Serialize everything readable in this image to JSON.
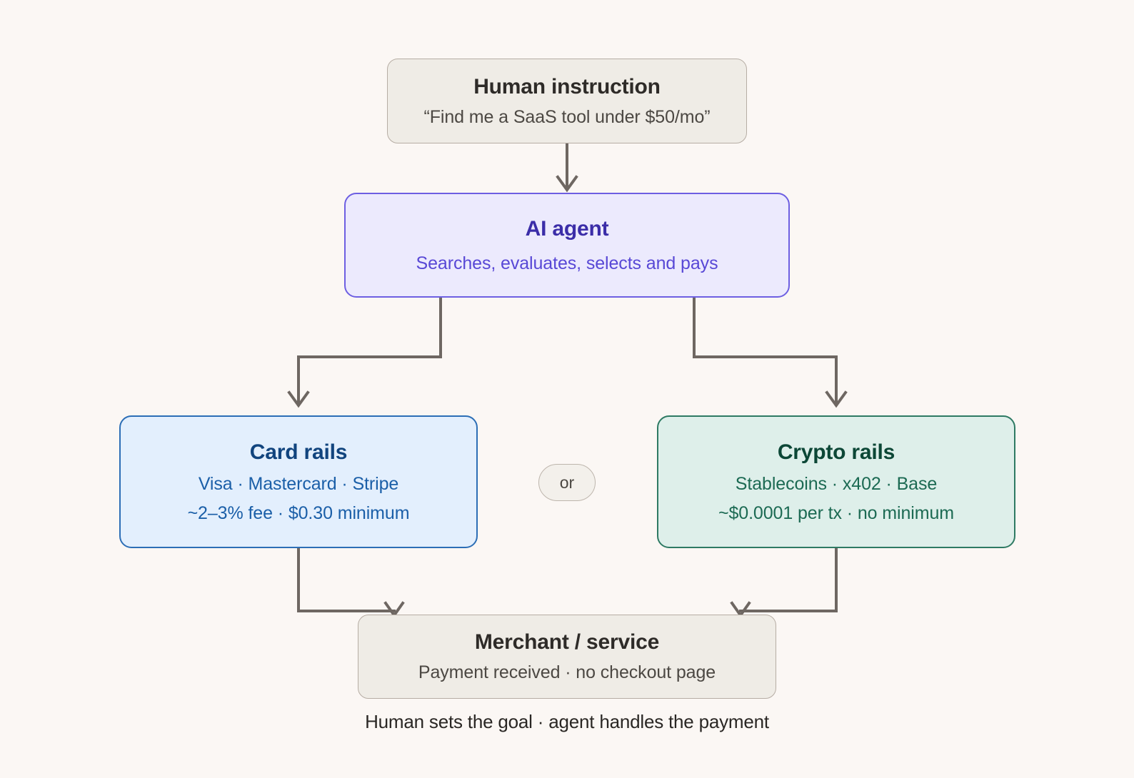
{
  "page": {
    "background_color": "#FBF7F4",
    "caption": "Human sets the goal · agent handles the payment"
  },
  "nodes": {
    "human": {
      "title": "Human instruction",
      "subtitle": "“Find me a SaaS tool under $50/mo”",
      "fill_color": "#EFECE6",
      "border_color": "#B6ADA4",
      "text_color": "#2E2B28"
    },
    "agent": {
      "title": "AI agent",
      "subtitle": "Searches, evaluates, selects and pays",
      "fill_color": "#ECEAFD",
      "border_color": "#6D5FE2",
      "text_color": "#3B2DA8"
    },
    "card_rails": {
      "title": "Card rails",
      "line1": "Visa · Mastercard · Stripe",
      "line2": "~2–3% fee · $0.30 minimum",
      "fill_color": "#E3EFFD",
      "border_color": "#2C6EB6",
      "text_color": "#11447E"
    },
    "crypto_rails": {
      "title": "Crypto rails",
      "line1": "Stablecoins · x402 · Base",
      "line2": "~$0.0001 per tx · no minimum",
      "fill_color": "#DEEFEA",
      "border_color": "#2E7A63",
      "text_color": "#0C4736"
    },
    "merchant": {
      "title": "Merchant / service",
      "subtitle": "Payment received · no checkout page",
      "fill_color": "#EFECE6",
      "border_color": "#B6ADA4",
      "text_color": "#2E2B28"
    }
  },
  "badge": {
    "or_label": "or"
  },
  "connectors": {
    "stroke_color": "#6E6762",
    "edges": [
      {
        "from": "human",
        "to": "agent"
      },
      {
        "from": "agent",
        "to": "card_rails"
      },
      {
        "from": "agent",
        "to": "crypto_rails"
      },
      {
        "from": "card_rails",
        "to": "merchant"
      },
      {
        "from": "crypto_rails",
        "to": "merchant"
      }
    ]
  }
}
